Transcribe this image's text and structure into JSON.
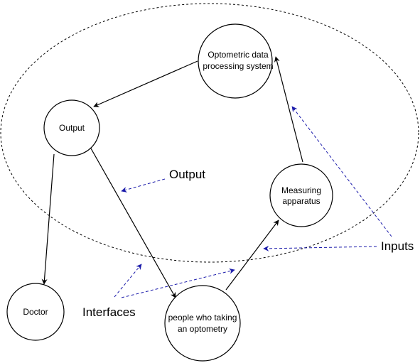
{
  "diagram": {
    "nodes": {
      "processing": {
        "line1": "Optometric data",
        "line2": "processing system"
      },
      "output": {
        "label": "Output"
      },
      "measuring": {
        "line1": "Measuring",
        "line2": "apparatus"
      },
      "doctor": {
        "label": "Doctor"
      },
      "people": {
        "line1": "people who taking",
        "line2": "an optometry"
      }
    },
    "annotations": {
      "output": "Output",
      "inputs": "Inputs",
      "interfaces": "Interfaces"
    },
    "colors": {
      "stroke": "#000000",
      "annotation_arrow": "#1a1aaa",
      "background": "#ffffff"
    }
  }
}
